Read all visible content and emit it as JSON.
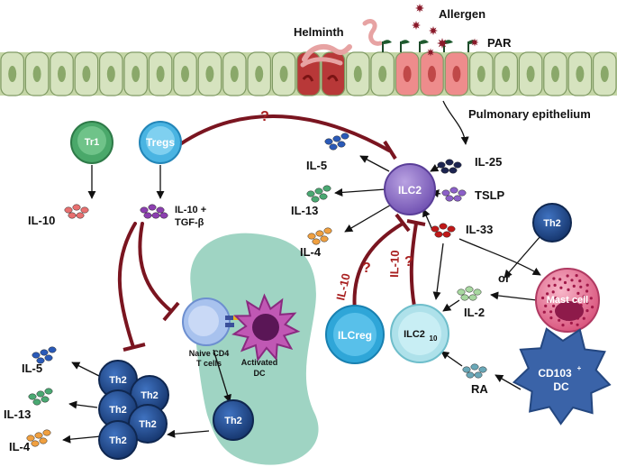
{
  "labels": {
    "helminth": "Helminth",
    "allergen": "Allergen",
    "par": "PAR",
    "pulmonary_epithelium": "Pulmonary epithelium",
    "question_mark": "?",
    "tr1": "Tr1",
    "tregs": "Tregs",
    "il10": "IL-10",
    "il10_tgfb_line1": "IL-10 +",
    "il10_tgfb_line2": "TGF-β",
    "ilc2": "ILC2",
    "il5": "IL-5",
    "il13": "IL-13",
    "il4": "IL-4",
    "il25": "IL-25",
    "tslp": "TSLP",
    "il33": "IL-33",
    "th2": "Th2",
    "or": "or",
    "mast_cell": "Mast cell",
    "il2": "IL-2",
    "ilcreg": "ILCreg",
    "ilc2_10_base": "ILC2",
    "ilc2_10_sub": "10",
    "ra": "RA",
    "cd103_base": "CD103",
    "cd103_sup": "+",
    "dc": "DC",
    "naive_cd4_line1": "Naive CD4",
    "naive_cd4_line2": "T cells",
    "activated_line1": "Activated",
    "activated_line2": "DC"
  },
  "colors": {
    "epithelium_fill": "#d6e3bf",
    "epithelium_nucleus": "#8aa86a",
    "damaged_cell": "#b83838",
    "allergen_cell": "#ee8c8c",
    "inhibition": "#7a1520",
    "ilc2": "#8f6cc4",
    "th2": "#1f4a8a",
    "tr1": "#4aa86a",
    "tregs": "#4ab4e2",
    "ilcreg": "#2fa6d8",
    "ilc2_10": "#aee1ea",
    "dc_zone": "#9fd4c3",
    "mast_cell": "#e66a8a",
    "cd103_dc": "#3a63a8",
    "activated_dc": "#b03fa6"
  }
}
